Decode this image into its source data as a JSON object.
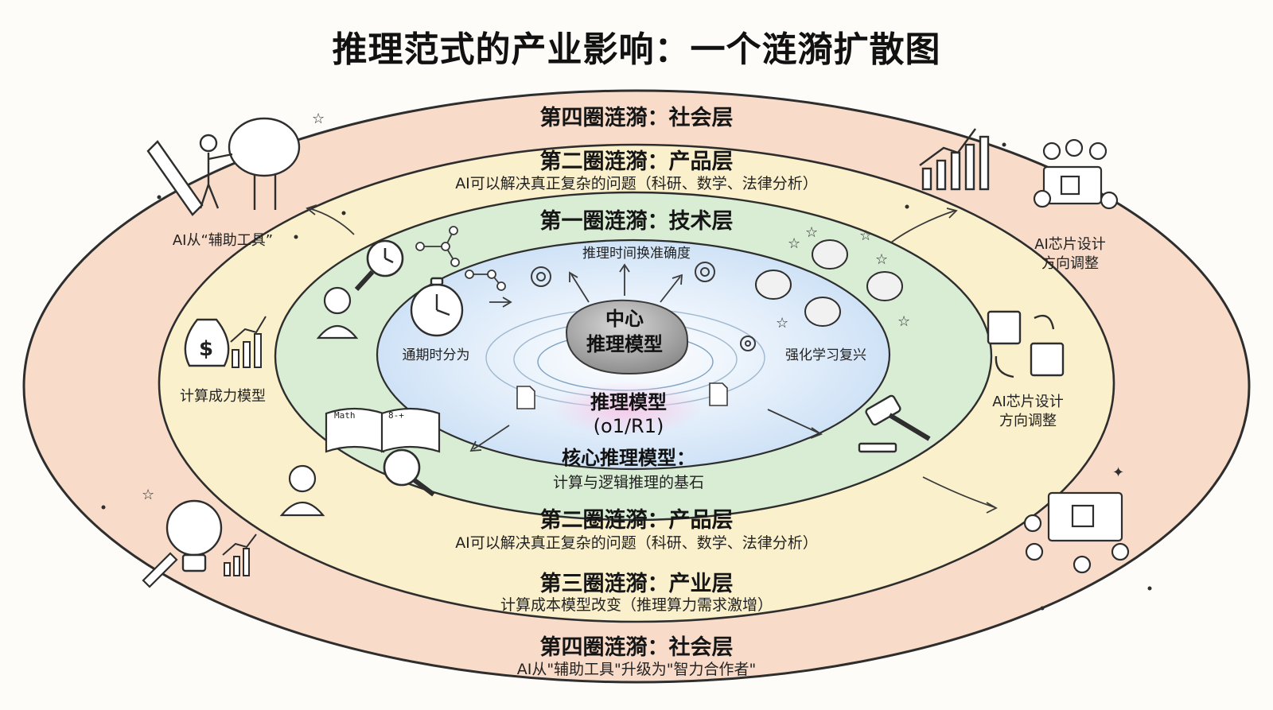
{
  "title": "推理范式的产业影响：一个涟漪扩散图",
  "rings": {
    "ring4_top": {
      "title": "第四圈涟漪：社会层"
    },
    "ring2_top": {
      "title": "第二圈涟漪：产品层",
      "subtitle": "AI可以解决真正复杂的问题（科研、数学、法律分析）"
    },
    "ring1_top": {
      "title": "第一圈涟漪：技术层"
    },
    "ring2_bottom": {
      "title": "第二圈涟漪：产品层",
      "subtitle": "AI可以解决真正复杂的问题（科研、数学、法律分析）"
    },
    "ring3_bottom": {
      "title": "第三圈涟漪：产业层",
      "subtitle": "计算成本模型改变（推理算力需求激增）"
    },
    "ring4_bottom": {
      "title": "第四圈涟漪：社会层",
      "subtitle": "AI从\"辅助工具\"升级为\"智力合作者\""
    }
  },
  "center": {
    "stone_line1": "中心",
    "stone_line2": "推理模型",
    "model_name": "推理模型",
    "model_version": "(o1/R1)",
    "core_title": "核心推理模型：",
    "core_subtitle": "计算与逻辑推理的基石",
    "top_label": "推理时间换准确度",
    "left_label": "通期时分为",
    "right_label": "强化学习复兴"
  },
  "side_labels": {
    "left_top": "AI从“辅助工具”",
    "left_mid": "计算成力模型",
    "right_top_line1": "AI芯片设计",
    "right_top_line2": "方向调整",
    "right_mid_line1": "AI芯片设计",
    "right_mid_line2": "方向调整"
  },
  "icons": {
    "math_book_text": "Math",
    "math_book_text2": "8-+",
    "dollar_sign": "$"
  },
  "colors": {
    "ring4": "#f8d9c6",
    "ring3": "#fbefc8",
    "ring1": "#d6ecd2",
    "core": "#d9e9f8",
    "stroke": "#3a3a3a"
  }
}
